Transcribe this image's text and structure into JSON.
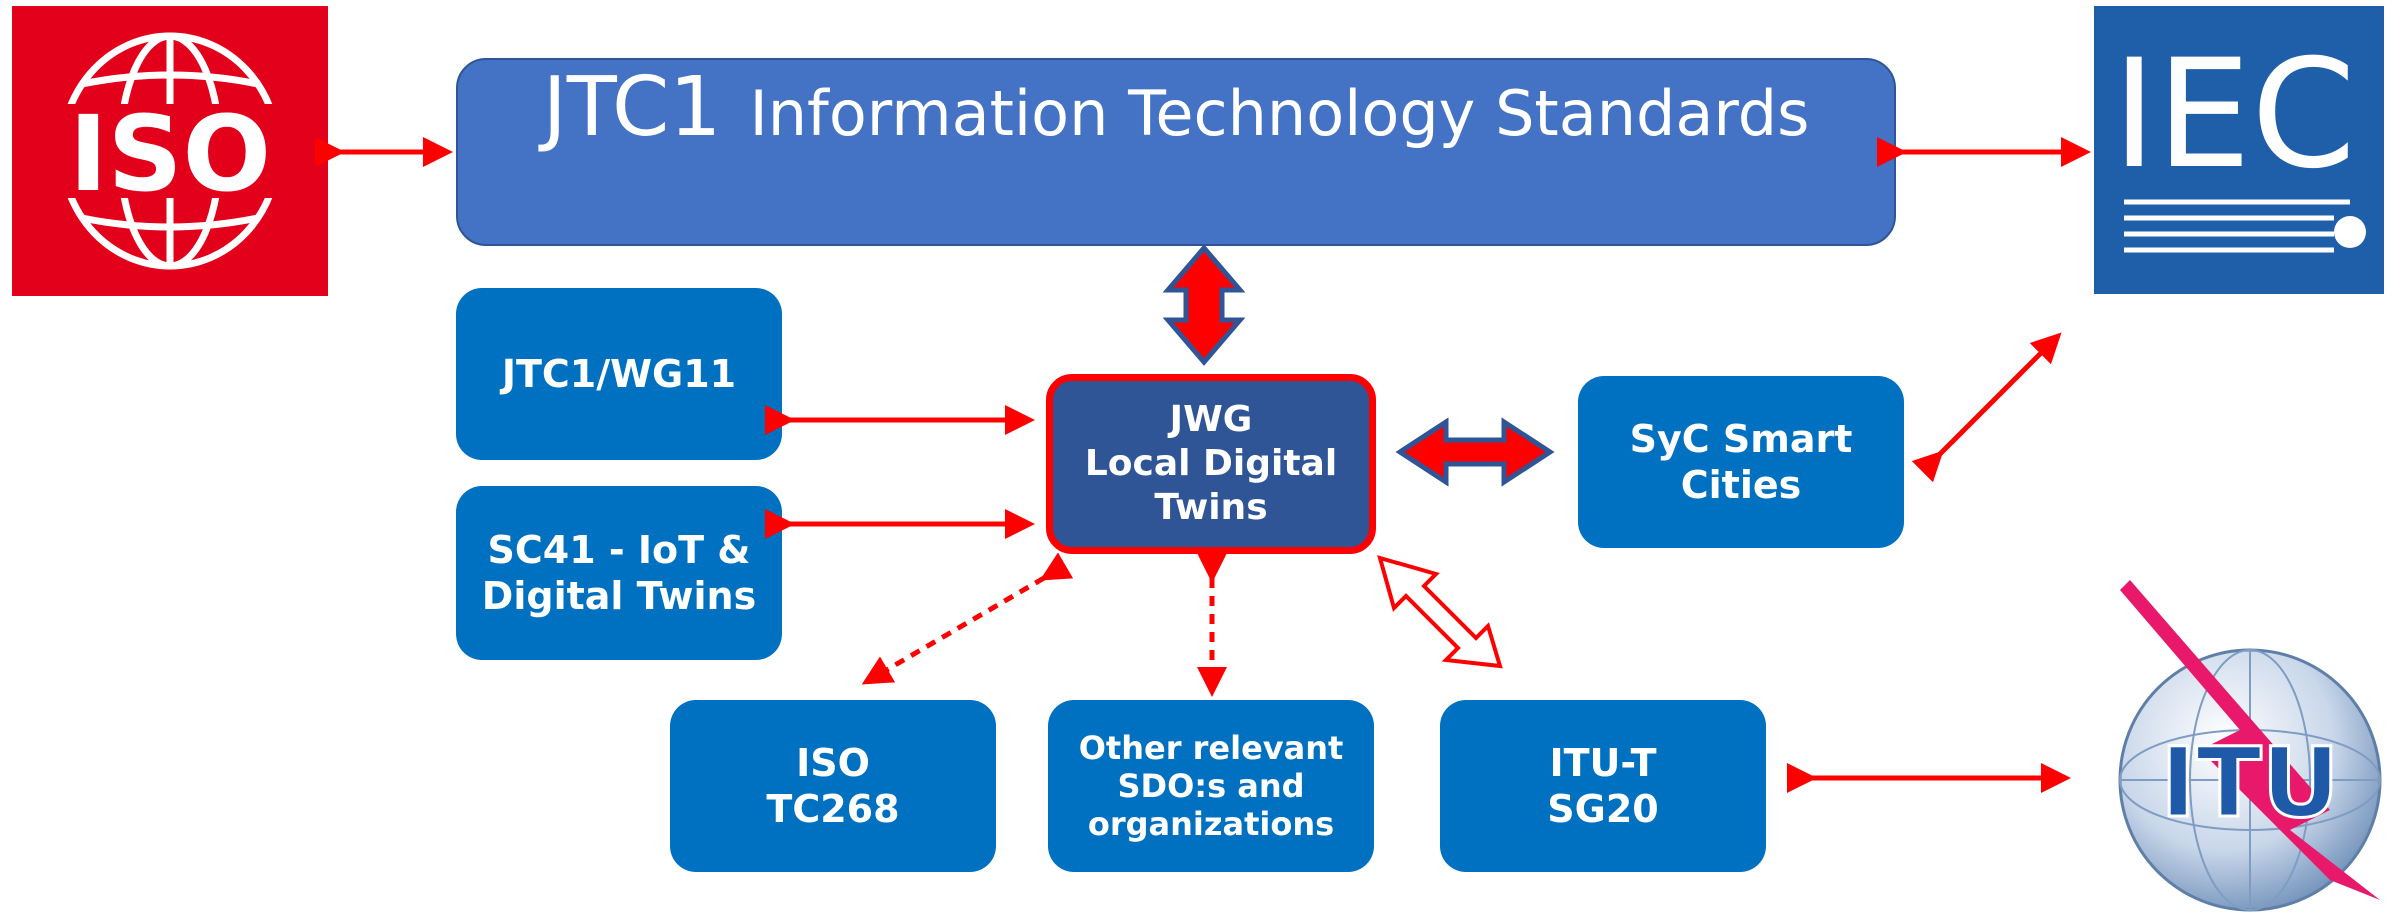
{
  "jtc1": {
    "title_big": "JTC1",
    "title_small": "Information Technology Standards"
  },
  "wg11": {
    "label": "JTC1/WG11"
  },
  "sc41": {
    "line1": "SC41 - IoT &",
    "line2": "Digital Twins"
  },
  "jwg": {
    "line1": "JWG",
    "line2": "Local Digital",
    "line3": "Twins"
  },
  "syc": {
    "line1": "SyC Smart",
    "line2": "Cities"
  },
  "tc268": {
    "line1": "ISO",
    "line2": "TC268"
  },
  "other": {
    "line1": "Other relevant",
    "line2": "SDO:s and",
    "line3": "organizations"
  },
  "itut": {
    "line1": "ITU-T",
    "line2": "SG20"
  },
  "logos": {
    "iso": "ISO",
    "iec": "IEC",
    "itu": "ITU"
  },
  "colors": {
    "box_blue": "#0070c0",
    "header_blue": "#4472c4",
    "jwg_blue": "#2f5597",
    "arrow_red": "#ff0000",
    "iso_red": "#e3001b",
    "iec_blue": "#1f5faa"
  }
}
